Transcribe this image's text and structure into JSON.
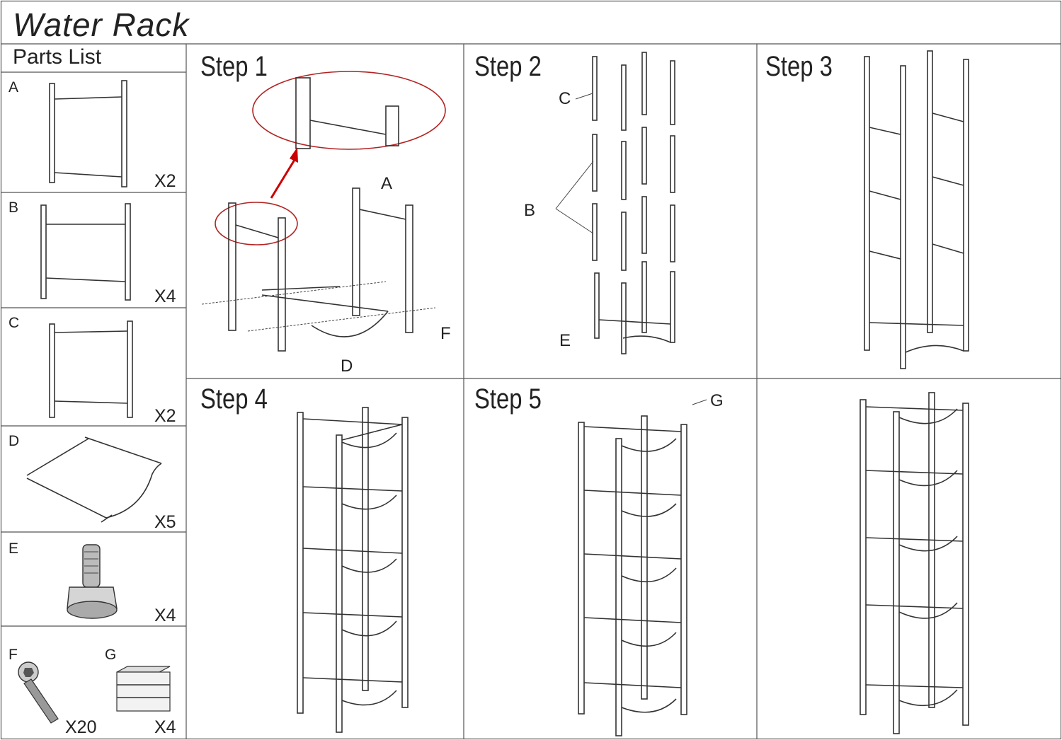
{
  "title": "Water Rack",
  "parts_list": {
    "heading": "Parts List",
    "parts": [
      {
        "letter": "A",
        "qty": "X2"
      },
      {
        "letter": "B",
        "qty": "X4"
      },
      {
        "letter": "C",
        "qty": "X2"
      },
      {
        "letter": "D",
        "qty": "X5"
      },
      {
        "letter": "E",
        "qty": "X4"
      },
      {
        "letter": "F",
        "qty": "X20"
      },
      {
        "letter": "G",
        "qty": "X4"
      }
    ]
  },
  "steps": {
    "step1": {
      "label": "Step 1",
      "callouts": [
        "A",
        "D",
        "F"
      ]
    },
    "step2": {
      "label": "Step 2",
      "callouts": [
        "C",
        "B",
        "E"
      ]
    },
    "step3": {
      "label": "Step 3"
    },
    "step4": {
      "label": "Step 4"
    },
    "step5": {
      "label": "Step 5",
      "callouts": [
        "G"
      ]
    }
  },
  "colors": {
    "highlight": "#b22222",
    "line": "#333333"
  }
}
